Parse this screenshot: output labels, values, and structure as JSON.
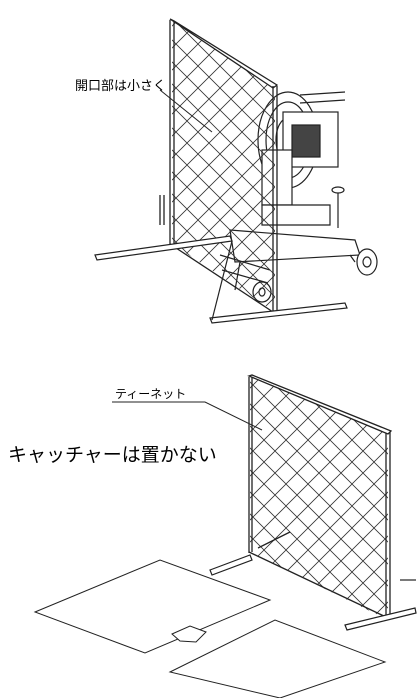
{
  "diagram": {
    "top_panel": {
      "callout": "開口部は小さく"
    },
    "bottom_panel": {
      "net_callout": "ティーネット",
      "catcher_note": "キャッチャーは置かない"
    }
  }
}
